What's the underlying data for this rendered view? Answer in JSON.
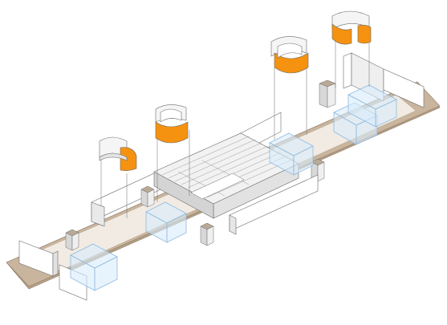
{
  "diagram": {
    "kind": "isometric-floor-plan",
    "palette": {
      "base": "#c9b59d",
      "floor": "#f1ebe3",
      "wall_left": "#ffffff",
      "wall_right": "#e9e9e9",
      "wall_top": "#f5f5f5",
      "glass": "#d9ecfb",
      "glass_stroke": "#8fb9de",
      "line": "#6c6c6c",
      "accent": "#f5920f",
      "pillar": "#b9aa96"
    },
    "features": [
      "glass-meeting-room",
      "open-stair",
      "suspended-curved-booth",
      "partition-wall",
      "column"
    ],
    "suspended_booths": 4,
    "glass_rooms": 5
  }
}
